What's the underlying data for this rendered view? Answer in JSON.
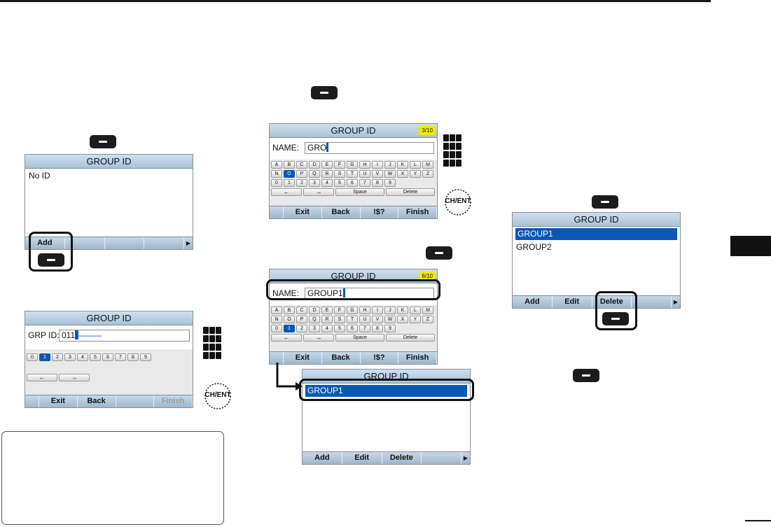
{
  "icons": [
    "software-key-icon",
    "keypad-icon",
    "ch-ent-dial-icon",
    "arrow-icon"
  ],
  "screen_a": {
    "title": "GROUP ID",
    "content": "No ID",
    "fn": [
      "Add",
      "",
      "",
      ""
    ]
  },
  "screen_b": {
    "title": "GROUP ID",
    "field_label": "GRP ID:",
    "field_value": "011",
    "field_tail": "–––––",
    "digits": [
      "0",
      "1",
      "2",
      "3",
      "4",
      "5",
      "6",
      "7",
      "8",
      "9"
    ],
    "arrows": [
      "←",
      "→"
    ],
    "fn": [
      "Exit",
      "Back",
      "",
      "Finish"
    ]
  },
  "screen_c": {
    "title": "GROUP ID",
    "counter": "3/10",
    "field_label": "NAME:",
    "field_value": "GRO",
    "row1": [
      "A",
      "B",
      "C",
      "D",
      "E",
      "F",
      "G",
      "H",
      "I",
      "J",
      "K",
      "L",
      "M"
    ],
    "row2": [
      "N",
      "O",
      "P",
      "Q",
      "R",
      "S",
      "T",
      "U",
      "V",
      "W",
      "X",
      "Y",
      "Z"
    ],
    "row3": [
      "0",
      "1",
      "2",
      "3",
      "4",
      "5",
      "6",
      "7",
      "8",
      "9"
    ],
    "row4": [
      "←",
      "→",
      "Space",
      "Delete"
    ],
    "fn": [
      "Exit",
      "Back",
      "!$?",
      "Finish"
    ]
  },
  "screen_d": {
    "title": "GROUP ID",
    "counter": "6/10",
    "field_label": "NAME:",
    "field_value": "GROUP1",
    "row1": [
      "A",
      "B",
      "C",
      "D",
      "E",
      "F",
      "G",
      "H",
      "I",
      "J",
      "K",
      "L",
      "M"
    ],
    "row2": [
      "N",
      "O",
      "P",
      "Q",
      "R",
      "S",
      "T",
      "U",
      "V",
      "W",
      "X",
      "Y",
      "Z"
    ],
    "row3": [
      "0",
      "1",
      "2",
      "3",
      "4",
      "5",
      "6",
      "7",
      "8",
      "9"
    ],
    "row4": [
      "←",
      "→",
      "Space",
      "Delete"
    ],
    "fn": [
      "Exit",
      "Back",
      "!$?",
      "Finish"
    ]
  },
  "screen_e": {
    "title": "GROUP ID",
    "items": [
      "GROUP1"
    ],
    "fn": [
      "Add",
      "Edit",
      "Delete",
      ""
    ]
  },
  "screen_f": {
    "title": "GROUP ID",
    "items": [
      "GROUP1",
      "GROUP2"
    ],
    "fn": [
      "Add",
      "Edit",
      "Delete",
      ""
    ]
  },
  "dial_label": "CH/ENT"
}
